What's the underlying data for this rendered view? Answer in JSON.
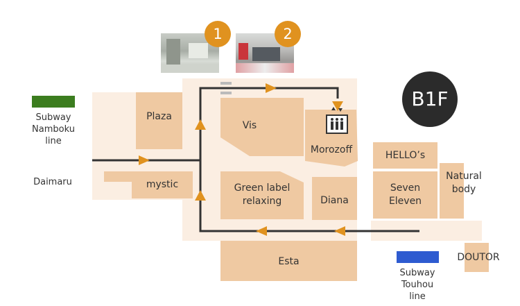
{
  "floor": "B1F",
  "viewpoints": [
    {
      "number": "1"
    },
    {
      "number": "2"
    }
  ],
  "shops": {
    "plaza": "Plaza",
    "vis": "Vis",
    "morozoff": "Morozoff",
    "mystic": "mystic",
    "green_label": "Green label\nrelaxing",
    "diana": "Diana",
    "hellos": "HELLO’s",
    "seven_eleven": "Seven\nEleven",
    "natural_body": "Natural\nbody",
    "esta": "Esta",
    "doutor": "DOUTOR"
  },
  "places": {
    "namboku": "Subway\nNamboku\nline",
    "daimaru": "Daimaru",
    "touhou": "Subway\nTouhou\nline"
  },
  "colors": {
    "concourse": "#fbeee2",
    "shop": "#efc9a2",
    "route": "#333333",
    "arrow": "#e0921f",
    "namboku": "#3c7d1f",
    "touhou": "#2e5bd0",
    "badge": "#2b2b2b"
  },
  "icons": {
    "elevator": "elevator-icon",
    "route_arrow": "arrow-icon"
  }
}
